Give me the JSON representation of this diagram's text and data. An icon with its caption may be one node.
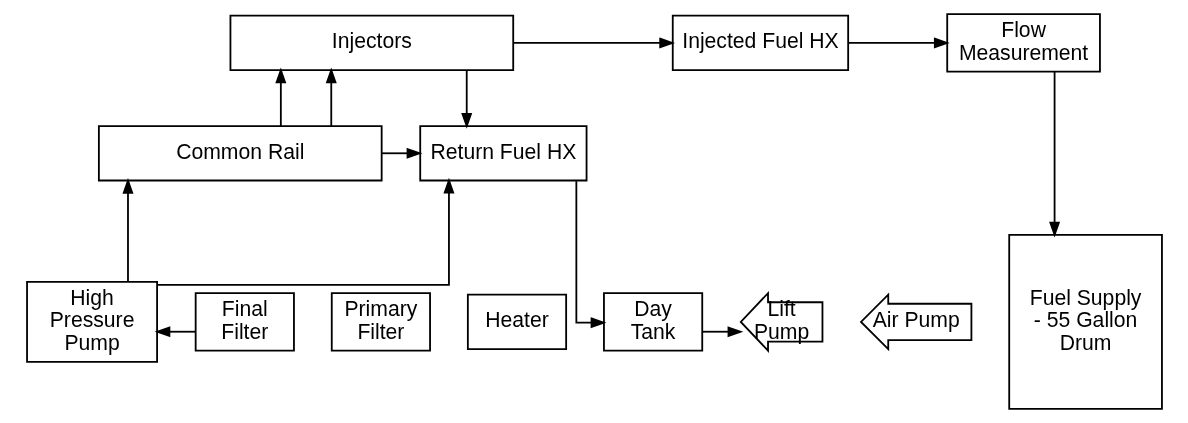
{
  "diagram": {
    "nodes": [
      {
        "text": [
          "Injectors"
        ]
      },
      {
        "text": [
          "Injected Fuel HX"
        ]
      },
      {
        "text": [
          "Flow Measurement"
        ]
      },
      {
        "text": [
          "Common Rail"
        ]
      },
      {
        "text": [
          "Return Fuel HX"
        ]
      },
      {
        "text": [
          "Fuel Supply - 55 Gallon Drum"
        ]
      },
      {
        "text": [
          "High Pressure Pump"
        ]
      },
      {
        "text": [
          "Final Filter"
        ]
      },
      {
        "text": [
          "Primary Filter"
        ]
      },
      {
        "text": [
          "Heater"
        ]
      },
      {
        "text": [
          "Lift Pump"
        ]
      },
      {
        "text": [
          "Day Tank"
        ]
      },
      {
        "text": [
          "Air Pump"
        ]
      }
    ],
    "edges": [
      {
        "from": 0,
        "to": 1,
        "arrow": "to"
      },
      {
        "from": 1,
        "to": 2,
        "arrow": "to"
      },
      {
        "from": 0,
        "to": 4,
        "arrow": "to"
      },
      {
        "from": 3,
        "to": 0,
        "arrow": "to"
      },
      {
        "from": 3,
        "to": 0,
        "arrow": "to"
      },
      {
        "from": 3,
        "to": 4,
        "arrow": "to"
      },
      {
        "from": 2,
        "to": 5,
        "arrow": "to"
      },
      {
        "from": 6,
        "to": 3,
        "arrow": "to"
      },
      {
        "from": 6,
        "to": 4,
        "arrow": "to"
      },
      {
        "from": 4,
        "to": 11,
        "arrow": "to"
      },
      {
        "from": 11,
        "to": 10,
        "arrow": "to"
      },
      {
        "from": 7,
        "to": 6,
        "arrow": "to"
      }
    ]
  }
}
